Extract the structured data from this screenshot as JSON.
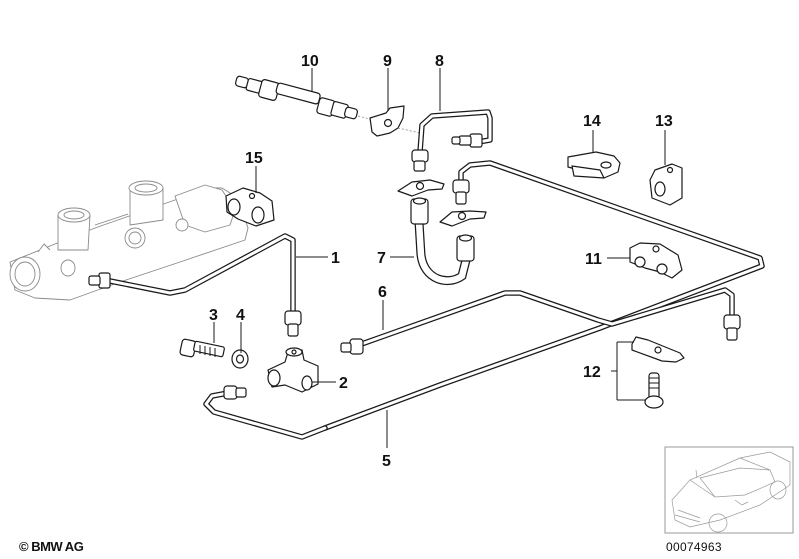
{
  "diagram": {
    "title": "Brake pipe / master cylinder parts diagram",
    "callouts": [
      {
        "id": "1",
        "label": "1"
      },
      {
        "id": "2",
        "label": "2"
      },
      {
        "id": "3",
        "label": "3"
      },
      {
        "id": "4",
        "label": "4"
      },
      {
        "id": "5",
        "label": "5"
      },
      {
        "id": "6",
        "label": "6"
      },
      {
        "id": "7",
        "label": "7"
      },
      {
        "id": "8",
        "label": "8"
      },
      {
        "id": "9",
        "label": "9"
      },
      {
        "id": "10",
        "label": "10"
      },
      {
        "id": "11",
        "label": "11"
      },
      {
        "id": "12",
        "label": "12"
      },
      {
        "id": "13",
        "label": "13"
      },
      {
        "id": "14",
        "label": "14"
      },
      {
        "id": "15",
        "label": "15"
      }
    ],
    "parts": [
      {
        "callout": "1",
        "name": "brake-pipe-front"
      },
      {
        "callout": "2",
        "name": "t-piece-distributor"
      },
      {
        "callout": "3",
        "name": "hex-bolt"
      },
      {
        "callout": "4",
        "name": "spring-washer"
      },
      {
        "callout": "5",
        "name": "brake-pipe-long"
      },
      {
        "callout": "6",
        "name": "brake-pipe-rear"
      },
      {
        "callout": "7",
        "name": "brake-hose"
      },
      {
        "callout": "8",
        "name": "brake-pipe-bent"
      },
      {
        "callout": "9",
        "name": "retaining-clip"
      },
      {
        "callout": "10",
        "name": "connector-hose"
      },
      {
        "callout": "11",
        "name": "pipe-clamp-double"
      },
      {
        "callout": "12",
        "name": "holder-and-bolt-set"
      },
      {
        "callout": "13",
        "name": "pipe-clip-single"
      },
      {
        "callout": "14",
        "name": "pipe-holder-clip"
      },
      {
        "callout": "15",
        "name": "pipe-clamp"
      }
    ]
  },
  "footer": {
    "copyright": "© BMW AG",
    "diagram_number": "00074963"
  },
  "thumbnail": {
    "name": "vehicle-sedan-thumbnail"
  }
}
